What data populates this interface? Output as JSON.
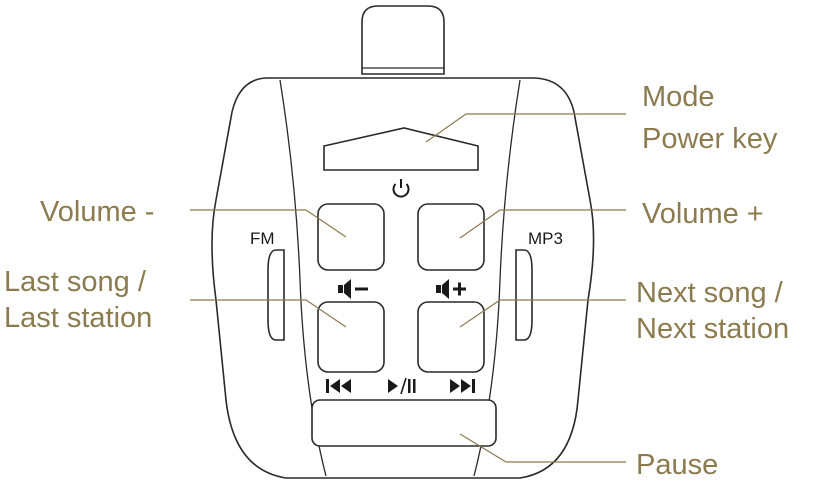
{
  "callouts": {
    "mode": "Mode",
    "power_key": "Power key",
    "volume_minus": "Volume -",
    "volume_plus": "Volume +",
    "last_song_line1": "Last song /",
    "last_song_line2": "Last station",
    "next_song_line1": "Next song /",
    "next_song_line2": "Next station",
    "pause": "Pause"
  },
  "device": {
    "fm_label": "FM",
    "mp3_label": "MP3"
  },
  "colors": {
    "callout_text": "#8b7b4f",
    "device_stroke": "#2a2a2a"
  },
  "icons": [
    "power-icon",
    "volume-down-icon",
    "volume-up-icon",
    "previous-track-icon",
    "play-pause-icon",
    "next-track-icon"
  ]
}
